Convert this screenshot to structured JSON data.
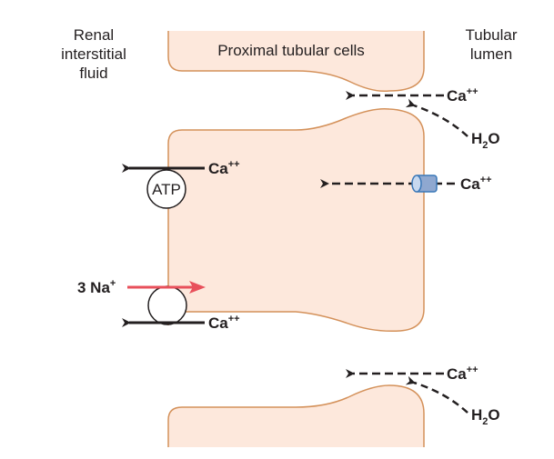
{
  "labels": {
    "interstitial": [
      "Renal",
      "interstitial",
      "fluid"
    ],
    "lumen": [
      "Tubular",
      "lumen"
    ],
    "cells": "Proximal tubular cells",
    "atp": "ATP"
  },
  "ions": {
    "calcium": "Ca",
    "calcium_charge": "++",
    "water_h": "H",
    "water_sub": "2",
    "water_o": "O",
    "sodium": "3 Na",
    "sodium_charge": "+"
  },
  "colors": {
    "cell_fill": "#fde8dc",
    "cell_border": "#d4915a",
    "arrow": "#231f20",
    "sodium_arrow": "#e8505b",
    "channel_fill": "#8fa8d0",
    "channel_border": "#3a78b8"
  }
}
